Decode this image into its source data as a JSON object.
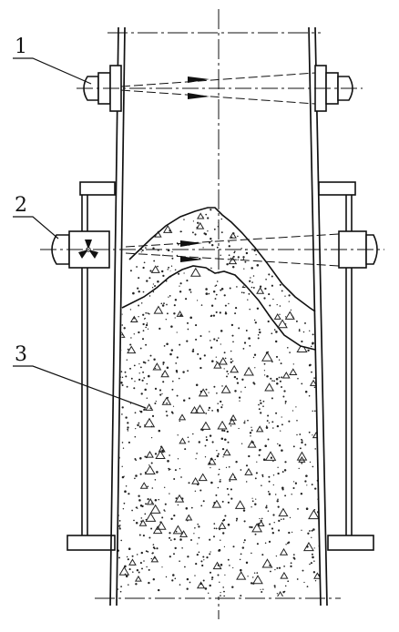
{
  "figure": {
    "labels": {
      "label_1": "1",
      "label_2": "2",
      "label_3": "3"
    },
    "colors": {
      "line": "#111111",
      "background": "#ffffff",
      "fill_speckle": "#222222"
    },
    "icon_names": [
      "fan-icon"
    ]
  }
}
